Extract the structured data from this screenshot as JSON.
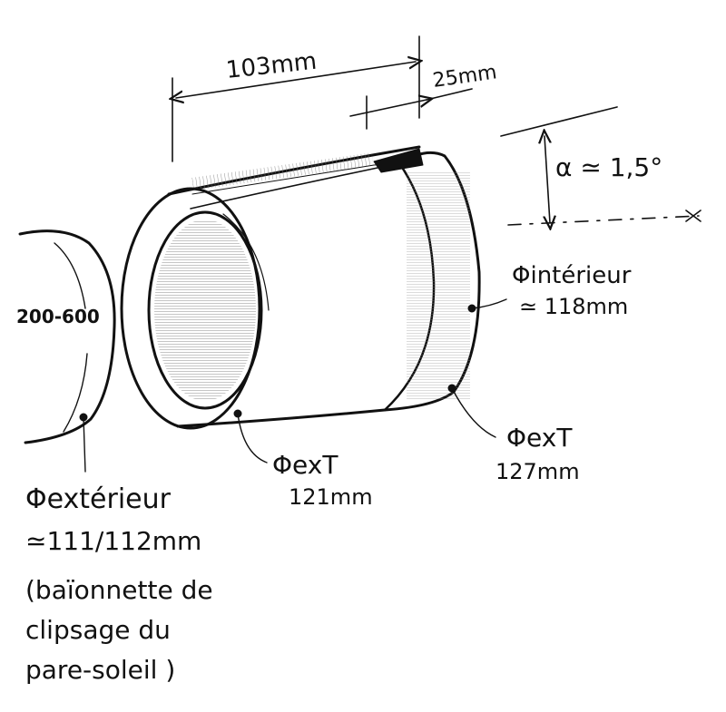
{
  "sketch": {
    "dim_length": "103mm",
    "dim_offset": "25mm",
    "angle_label": "α ≃ 1,5°",
    "bayonet_range": "200-600",
    "inner_diameter": {
      "line1": "Φintérieur",
      "line2": "≃ 118mm"
    },
    "front_outer": {
      "line1": "ΦexT",
      "line2": "121mm"
    },
    "rear_outer": {
      "line1": "ΦexT",
      "line2": "127mm"
    },
    "bayonet_outer": {
      "line1": "Φextérieur",
      "line2": "≃111/112mm",
      "line3": "(baïonnette de",
      "line4": "clipsage du",
      "line5": "pare-soleil )"
    }
  },
  "colors": {
    "ink": "#111111",
    "paper": "#ffffff",
    "hatch": "#555555"
  }
}
